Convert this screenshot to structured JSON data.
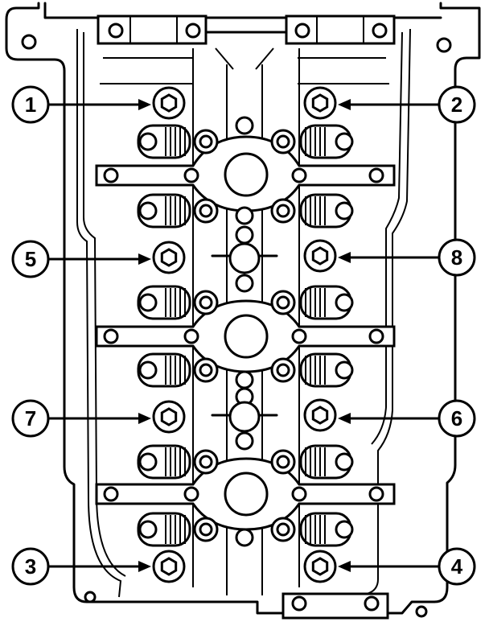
{
  "diagram": {
    "callouts": [
      {
        "label": "1"
      },
      {
        "label": "2"
      },
      {
        "label": "3"
      },
      {
        "label": "4"
      },
      {
        "label": "5"
      },
      {
        "label": "6"
      },
      {
        "label": "7"
      },
      {
        "label": "8"
      }
    ]
  }
}
